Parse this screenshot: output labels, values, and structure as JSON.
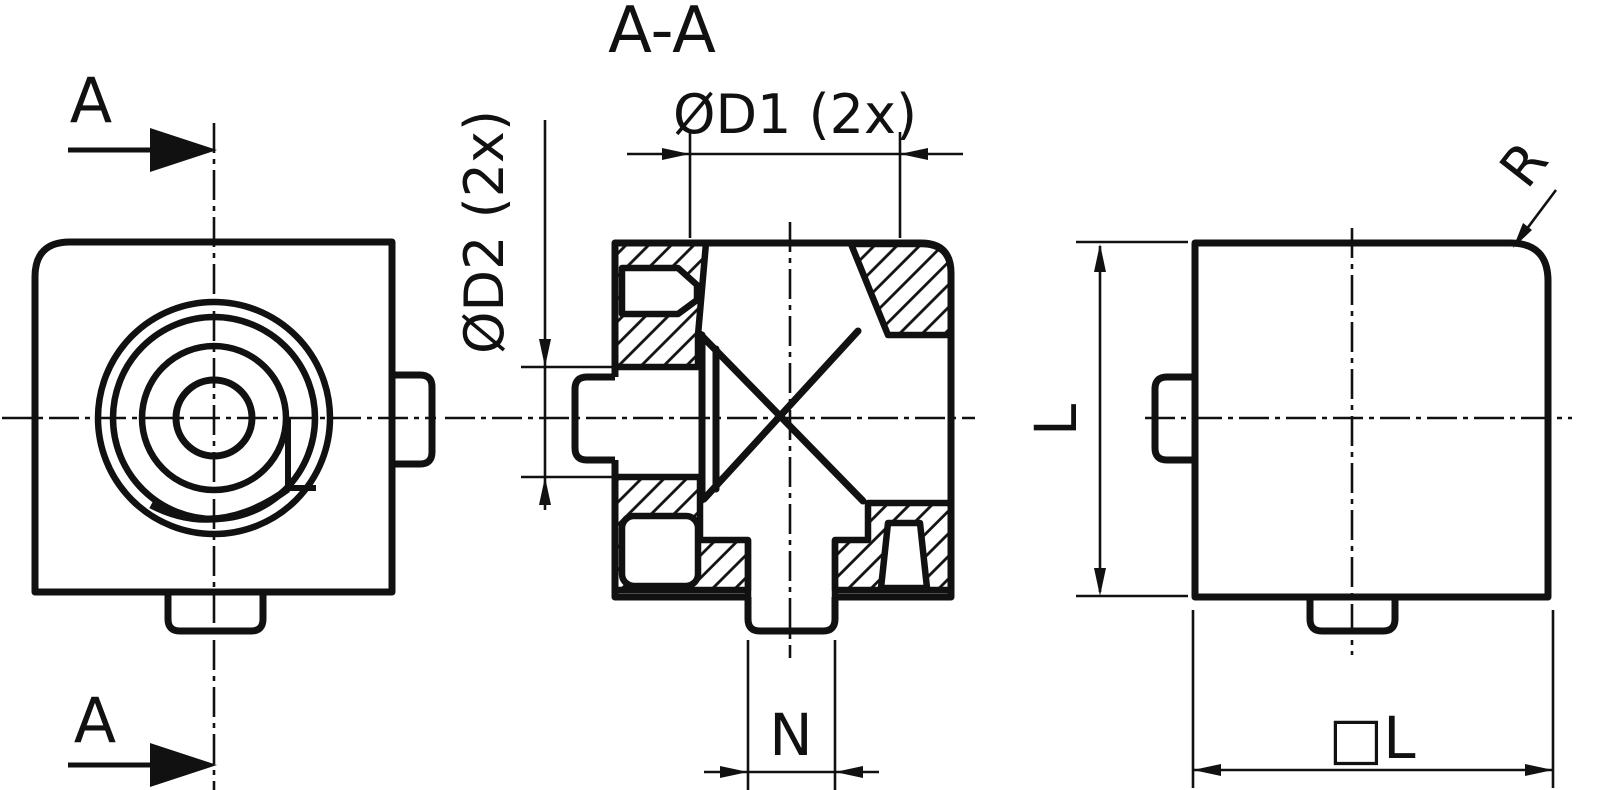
{
  "drawing": {
    "title": "A-A",
    "section_arrow_label": "A",
    "dimensions": {
      "top_bore": "ØD1 (2x)",
      "side_bore": "ØD2 (2x)",
      "boss_width": "N",
      "height": "L",
      "square_width": "□L",
      "corner_radius": "R"
    },
    "colors": {
      "line": "#111111",
      "background": "#ffffff"
    }
  }
}
